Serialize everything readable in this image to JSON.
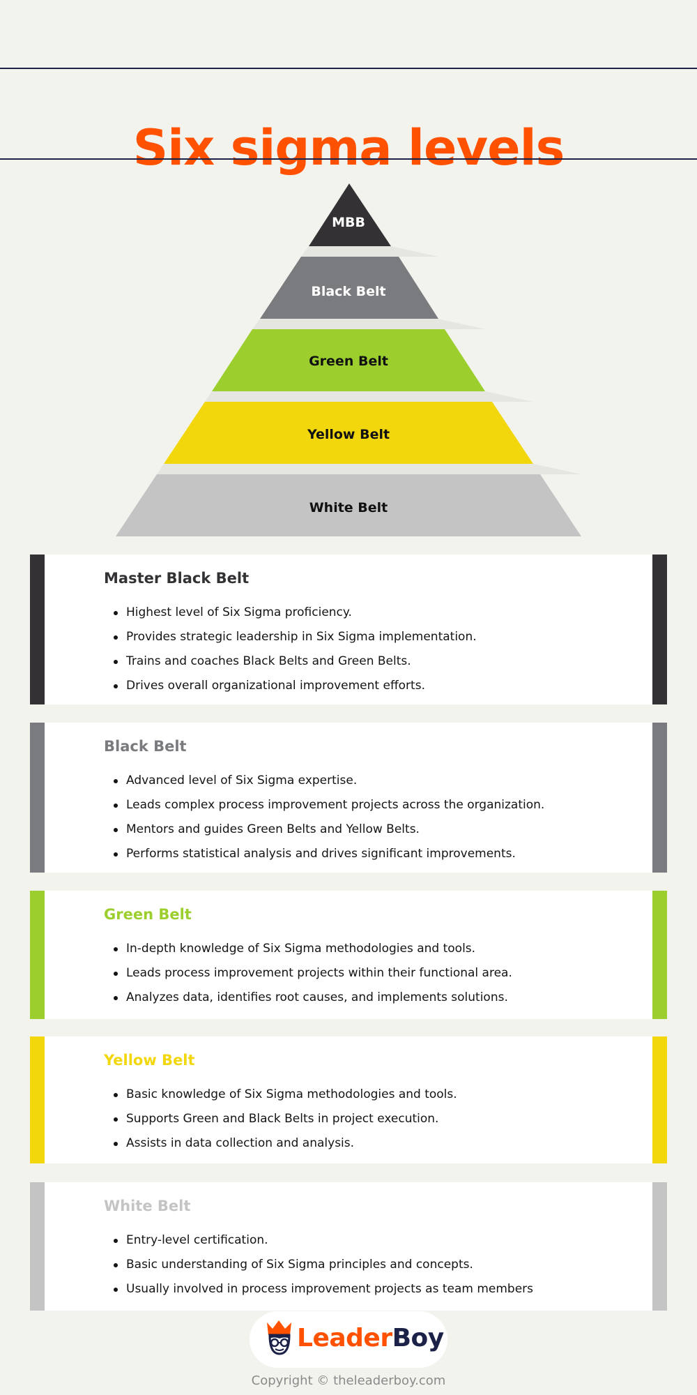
{
  "title": "Six sigma levels",
  "colors": {
    "background": "#f3f3ee",
    "title": "#ff5100",
    "rule": "#1b2147",
    "mbb": "#333134",
    "black_belt": "#7a7b7f",
    "green_belt": "#9ccf2e",
    "yellow_belt": "#f1d70b",
    "white_belt": "#c4c4c4",
    "shadow": "#e6e6e1"
  },
  "pyramid": {
    "tiers": [
      {
        "label": "MBB",
        "color": "#333134",
        "text_color": "#ffffff"
      },
      {
        "label": "Black Belt",
        "color": "#7a7b7f",
        "text_color": "#ffffff"
      },
      {
        "label": "Green Belt",
        "color": "#9ccf2e",
        "text_color": "#111111"
      },
      {
        "label": "Yellow Belt",
        "color": "#f1d70b",
        "text_color": "#111111"
      },
      {
        "label": "White Belt",
        "color": "#c4c4c4",
        "text_color": "#111111"
      }
    ]
  },
  "cards": [
    {
      "heading": "Master Black Belt",
      "accent": "#333134",
      "heading_color": "#333134",
      "bullets": [
        "Highest level of Six Sigma proficiency.",
        "Provides strategic leadership in Six Sigma implementation.",
        "Trains and coaches Black Belts and Green Belts.",
        "Drives overall organizational improvement efforts."
      ]
    },
    {
      "heading": "Black Belt",
      "accent": "#7a7b7f",
      "heading_color": "#7a7b7f",
      "bullets": [
        "Advanced level of Six Sigma expertise.",
        "Leads complex process improvement projects across the organization.",
        "Mentors and guides Green Belts and Yellow Belts.",
        "Performs statistical analysis and drives significant improvements."
      ]
    },
    {
      "heading": "Green Belt",
      "accent": "#9ccf2e",
      "heading_color": "#9ccf2e",
      "bullets": [
        "In-depth knowledge of Six Sigma methodologies and tools.",
        "Leads process improvement projects within their functional area.",
        "Analyzes data, identifies root causes, and implements solutions."
      ]
    },
    {
      "heading": "Yellow Belt",
      "accent": "#f1d70b",
      "heading_color": "#f1d70b",
      "bullets": [
        "Basic knowledge of Six Sigma methodologies and tools.",
        "Supports Green and Black Belts in project execution.",
        "Assists in data collection and analysis."
      ]
    },
    {
      "heading": "White Belt",
      "accent": "#c4c4c4",
      "heading_color": "#c4c4c4",
      "bullets": [
        "Entry-level certification.",
        "Basic understanding of Six Sigma principles and concepts.",
        "Usually involved in process improvement projects as team members"
      ]
    }
  ],
  "footer": {
    "logo_part1": "Leader",
    "logo_part2": "Boy",
    "logo_color1": "#ff5100",
    "logo_color2": "#1b2147",
    "logo_icon": "crowned-boy-icon",
    "copyright": "Copyright © theleaderboy.com"
  }
}
